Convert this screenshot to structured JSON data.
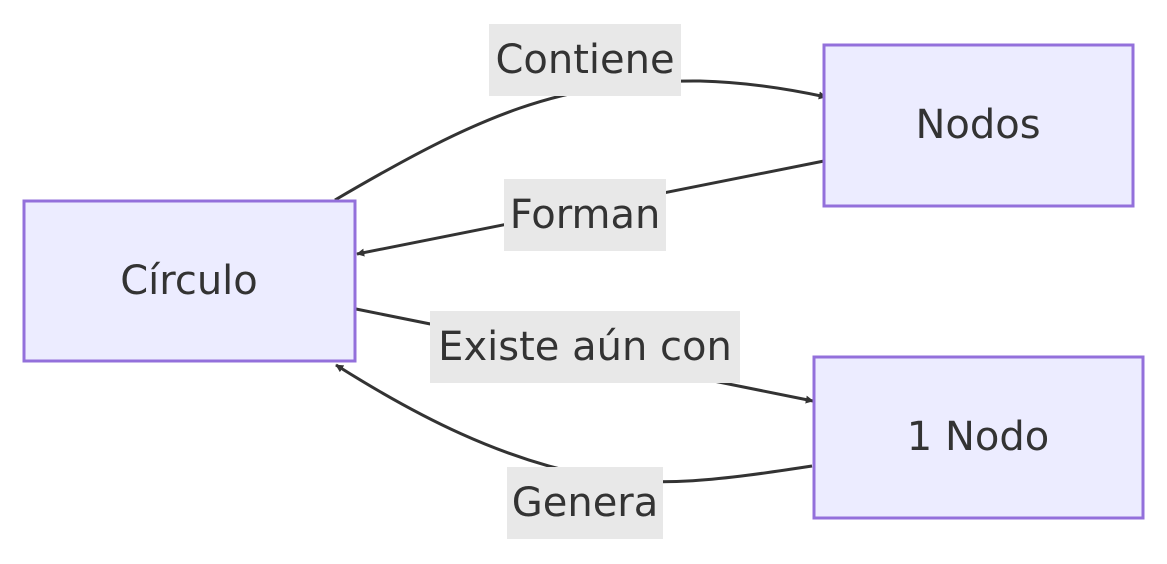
{
  "nodes": {
    "circulo": "Círculo",
    "nodos": "Nodos",
    "uno_nodo": "1 Nodo"
  },
  "edges": {
    "contiene": "Contiene",
    "forman": "Forman",
    "existe": "Existe aún con",
    "genera": "Genera"
  },
  "colors": {
    "node_fill": "#ececff",
    "node_stroke": "#9370db",
    "edge_stroke": "#333333",
    "label_background": "#e8e8e8",
    "text": "#333333"
  }
}
